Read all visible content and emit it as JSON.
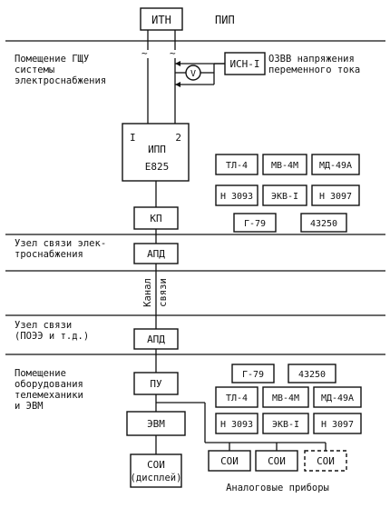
{
  "top": {
    "itn": "ИТН",
    "pip": "ПИП",
    "tilde1": "~",
    "tilde2": "~"
  },
  "room1": {
    "title": [
      "Помещение ГЩУ",
      "системы",
      "электроснабжения"
    ],
    "ozvv": [
      "ОЗВВ напряжения",
      "переменного тока"
    ],
    "isn": "ИСН-I",
    "voltmeter": "V",
    "ipp": {
      "in1": "I",
      "in2": "2",
      "name": "ИПП",
      "model": "Е825"
    },
    "kp": "КП",
    "instruments": {
      "row1": [
        "ТЛ-4",
        "МВ-4М",
        "МД-49А"
      ],
      "row2": [
        "Н 3093",
        "ЭКВ-I",
        "Н 3097"
      ],
      "row3": [
        "Г-79",
        "43250"
      ]
    }
  },
  "node1": {
    "title": [
      "Узел связи элек-",
      "троснабжения"
    ],
    "apd": "АПД"
  },
  "channel": [
    "Канал",
    "связи"
  ],
  "node2": {
    "title": [
      "Узел связи",
      "(ПОЭЭ и т.д.)"
    ],
    "apd": "АПД"
  },
  "room2": {
    "title": [
      "Помещение",
      "оборудования",
      "телемеханики",
      "и ЭВМ"
    ],
    "pu": "ПУ",
    "evm": "ЭВМ",
    "soi_display": [
      "СОИ",
      "(дисплей)"
    ],
    "instruments": {
      "row1": [
        "Г-79",
        "43250"
      ],
      "row2": [
        "ТЛ-4",
        "МВ-4М",
        "МД-49А"
      ],
      "row3": [
        "Н 3093",
        "ЭКВ-I",
        "Н 3097"
      ]
    },
    "soi_row": [
      "СОИ",
      "СОИ",
      "СОИ"
    ],
    "analog": "Аналоговые приборы"
  }
}
